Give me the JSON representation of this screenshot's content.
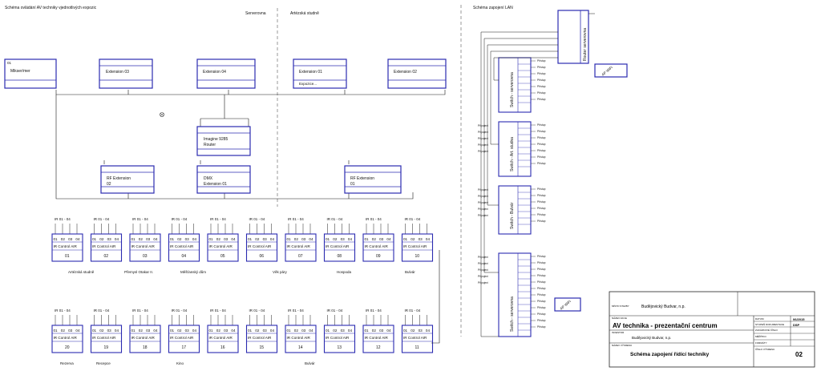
{
  "titles": {
    "left": "Schéma ovládání AV techniky vjednotlivých expozic",
    "right": "Schéma zapojení LAN",
    "serverovna": "Serverovna",
    "arteska": "Artézská studně"
  },
  "devices": {
    "mikser": {
      "num": "01",
      "name": "Mikser/mer"
    },
    "ext03": {
      "name": "Extension 03"
    },
    "ext04": {
      "name": "Extension 04"
    },
    "ext01": {
      "name": "Extension 01",
      "sub": "Expozice..."
    },
    "ext02": {
      "name": "Extension 02"
    },
    "router": {
      "name": "Imagine 9285",
      "sub": "Router"
    },
    "rf02": {
      "name": "RF Extension",
      "sub": "02"
    },
    "dmx": {
      "name": "DMX",
      "sub": "Extension 01"
    },
    "rf01": {
      "name": "RF Extension",
      "sub": "01"
    }
  },
  "ir": {
    "top_label": "IR 01 - 04",
    "control_label": "IR Control AIR",
    "ports": [
      "01",
      "02",
      "03",
      "04"
    ],
    "row1": [
      "01",
      "02",
      "03",
      "04",
      "05",
      "06",
      "07",
      "08",
      "09",
      "10"
    ],
    "row2": [
      "20",
      "19",
      "18",
      "17",
      "16",
      "15",
      "14",
      "13",
      "12",
      "11"
    ],
    "groups1": [
      "Artézská studně",
      "Přemysl Otakar II.",
      "Měšťanský dům",
      "Věk páry",
      "Hospoda",
      "Bulvár"
    ],
    "groups2": [
      "Rezerva",
      "Recepce",
      "Kino",
      "Bulvár"
    ]
  },
  "lan": {
    "router": "Router serverovna",
    "sw1": "Switch - serverovna",
    "sw2": "Switch - Art. studna",
    "sw3": "Switch - Bulvár",
    "sw4": "Switch - serverovna",
    "wifi": "AP WiFi",
    "pristup": "Přístup",
    "pripojeni": "Připojení"
  },
  "titleblock": {
    "l_investor": "MÍSTO STAVBY",
    "investor": "Budějovický Budvar, n.p.",
    "l_stavba": "NÁZEV AKCE",
    "stavba": "AV technika - prezentační centrum",
    "l_projektant": "INVESTOR",
    "projektant": "Budějovický Budvar, n.p.",
    "l_vykres": "NÁZEV VÝKRESU",
    "vykres": "Schéma zapojení řídící techniky",
    "l_datum": "DATUM",
    "datum": "06/2015",
    "l_stupen": "STUPEŇ DOKUMENTACE",
    "stupen": "DSP",
    "l_zakazka": "ZAKÁZKOVÉ ČÍSLO",
    "l_meritko": "MĚŘÍTKO",
    "l_format": "FORMÁTY",
    "l_cislo": "ČÍSLO VÝKRESU",
    "cislo": "02"
  },
  "colors": {
    "device": "#2b2bb0",
    "line": "#1a1a1a",
    "bg": "#ffffff"
  }
}
